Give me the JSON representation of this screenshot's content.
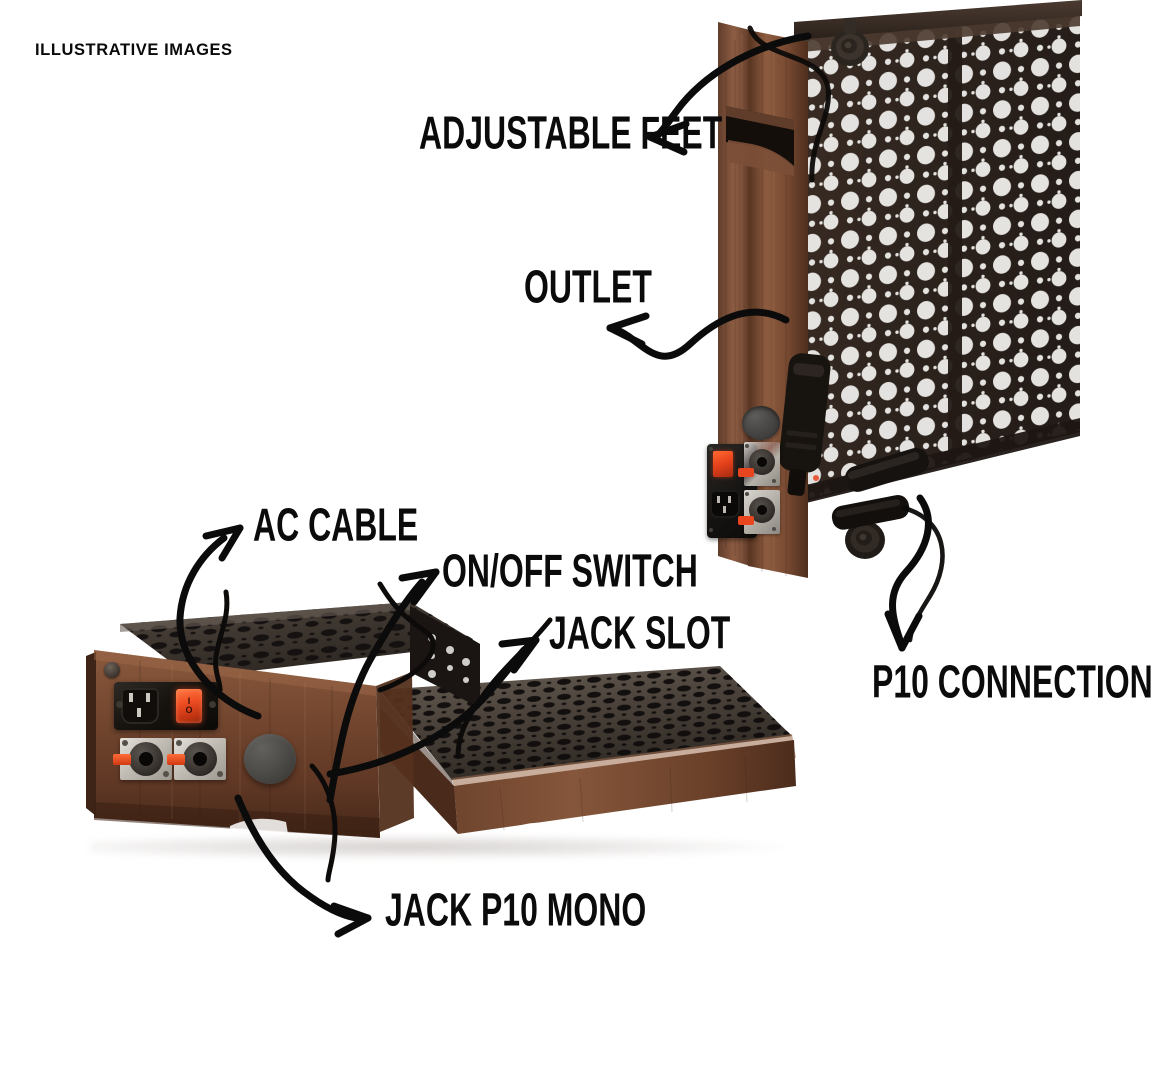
{
  "header": {
    "text": "ILLUSTRATIVE IMAGES"
  },
  "background_color": "#ffffff",
  "text_color": "#0b0b0b",
  "product": {
    "type": "two-tier wooden pedalboard",
    "wood_color": "#6b4530",
    "deck_color": "#2c241f",
    "accent_color": "#e8441c"
  },
  "callouts": [
    {
      "id": "adjustable-feet",
      "label": "ADJUSTABLE FEET"
    },
    {
      "id": "outlet",
      "label": "OUTLET"
    },
    {
      "id": "p10-connection",
      "label": "P10 CONNECTION"
    },
    {
      "id": "ac-cable",
      "label": "AC CABLE"
    },
    {
      "id": "on-off-switch",
      "label": "ON/OFF SWITCH"
    },
    {
      "id": "jack-slot",
      "label": "JACK SLOT"
    },
    {
      "id": "jack-p10-mono",
      "label": "JACK P10 MONO"
    }
  ],
  "hardware": {
    "rocker_switch_on_mark": "I",
    "rocker_switch_off_mark": "O",
    "rocker_switch_color": "#e8441c",
    "jack_latch_color": "#e8461e",
    "jack_plate_color": "#c9c5bd",
    "grommet_color": "#4a4a4a"
  }
}
